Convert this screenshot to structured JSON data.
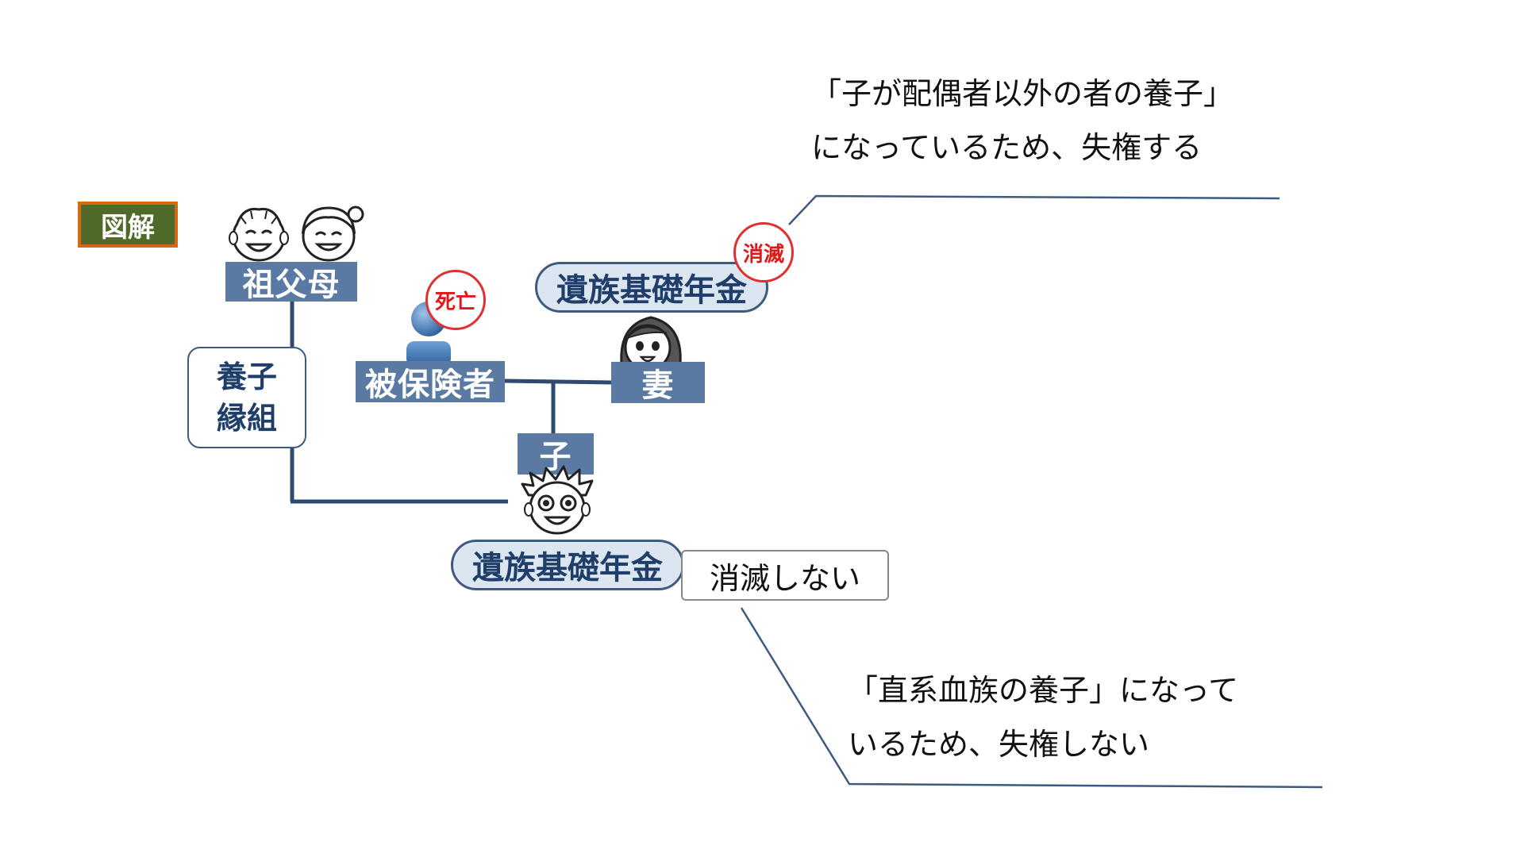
{
  "header": {
    "label": "図解"
  },
  "people": {
    "grandparents": "祖父母",
    "insured": "被保険者",
    "wife": "妻",
    "child": "子"
  },
  "adoption": {
    "line1": "養子",
    "line2": "縁組"
  },
  "pension": {
    "wife_label": "遺族基礎年金",
    "child_label": "遺族基礎年金"
  },
  "badges": {
    "death": "死亡",
    "extinguished": "消滅"
  },
  "child_status": "消滅しない",
  "annotations": {
    "top_line1": "「子が配偶者以外の者の養子」",
    "top_line2": "になっているため、失権する",
    "bottom_line1": "「直系血族の養子」になって",
    "bottom_line2": "いるため、失権しない"
  },
  "colors": {
    "label_bg": "#5a7aa3",
    "line": "#2e4a70",
    "pension_bg": "#dce6f1",
    "badge_red": "#e01818",
    "zukai_bg": "#506a2a",
    "zukai_border": "#d46a16"
  },
  "icons": [
    "grandfather-face-icon",
    "grandmother-face-icon",
    "insured-person-icon",
    "wife-face-icon",
    "child-face-icon"
  ]
}
